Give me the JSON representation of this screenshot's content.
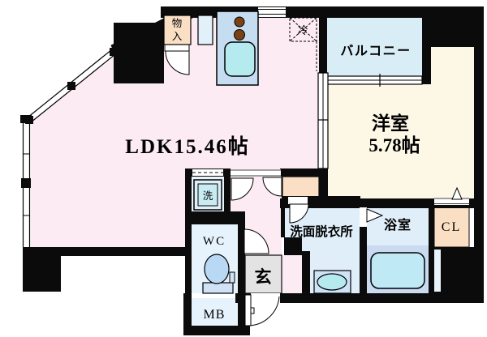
{
  "plan": {
    "type": "apartment-floor-plan",
    "rooms": {
      "ldk": {
        "label": "LDK15.46帖"
      },
      "western_room": {
        "label": "洋室",
        "size": "5.78帖"
      },
      "balcony": {
        "label": "バルコニー"
      },
      "washroom": {
        "label": "洗面脱衣所"
      },
      "bathroom": {
        "label": "浴室"
      },
      "closet": {
        "label": "CL"
      },
      "wc": {
        "label": "WC"
      },
      "entrance": {
        "label": "玄"
      },
      "meter_box": {
        "label": "MB"
      },
      "storage": {
        "line1": "物",
        "line2": "入"
      },
      "refrigerator": {
        "label": "冷"
      },
      "washer": {
        "label": "洗"
      }
    },
    "colors": {
      "wall": "#0b0b0b",
      "ldk_pink": "#fcebf3",
      "western_cream": "#fdf8e6",
      "balcony_blue": "#d9edf7",
      "water_blue": "#e7f3fc",
      "washroom_blue": "#e0eefa",
      "bath_platform": "#c9daf1",
      "tub_blue": "#bfe9f5",
      "kitchen_blue": "#c6dcf0",
      "sink_cyan": "#b5eaee",
      "storage_beige": "#fadfc4",
      "entrance_gray": "#e3e3e3",
      "fixture_blue": "#b9d8f3",
      "fixture_blue_light": "#cfe2f6",
      "washer_inner": "#c9ecf4",
      "burner_brown": "#7a4214"
    }
  }
}
